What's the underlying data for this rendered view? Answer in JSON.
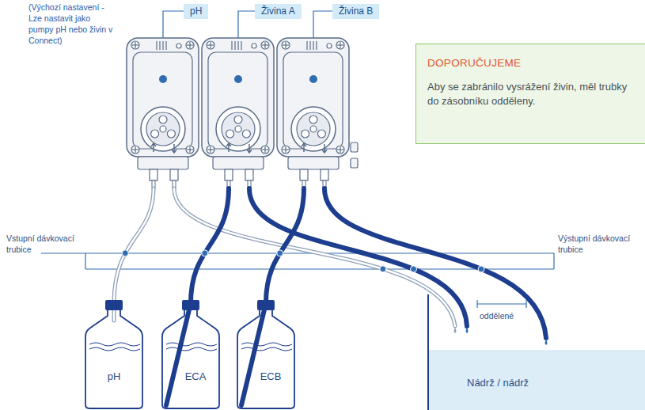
{
  "diagram": {
    "nodes": [
      {
        "text": [
          "pH"
        ]
      },
      {
        "text": [
          "Živina A"
        ]
      },
      {
        "text": [
          "Živina B"
        ]
      },
      {
        "text": [
          "DOPORUČUJEME",
          "Aby se zabránilo vysrážení živin, měl trubky do zásobníku odděleny."
        ]
      },
      {
        "text": [
          "pH"
        ]
      },
      {
        "text": [
          "ECA"
        ]
      },
      {
        "text": [
          "ECB"
        ]
      },
      {
        "text": [
          "Nádrž / nádrž"
        ]
      }
    ],
    "labels": [
      "(Výchozí nastavení - Lze nastavit jako pumpy pH nebo živin v Connect)",
      "Vstupní dávkovací trubice",
      "Výstupní dávkovací trubice",
      "oddělené"
    ]
  }
}
